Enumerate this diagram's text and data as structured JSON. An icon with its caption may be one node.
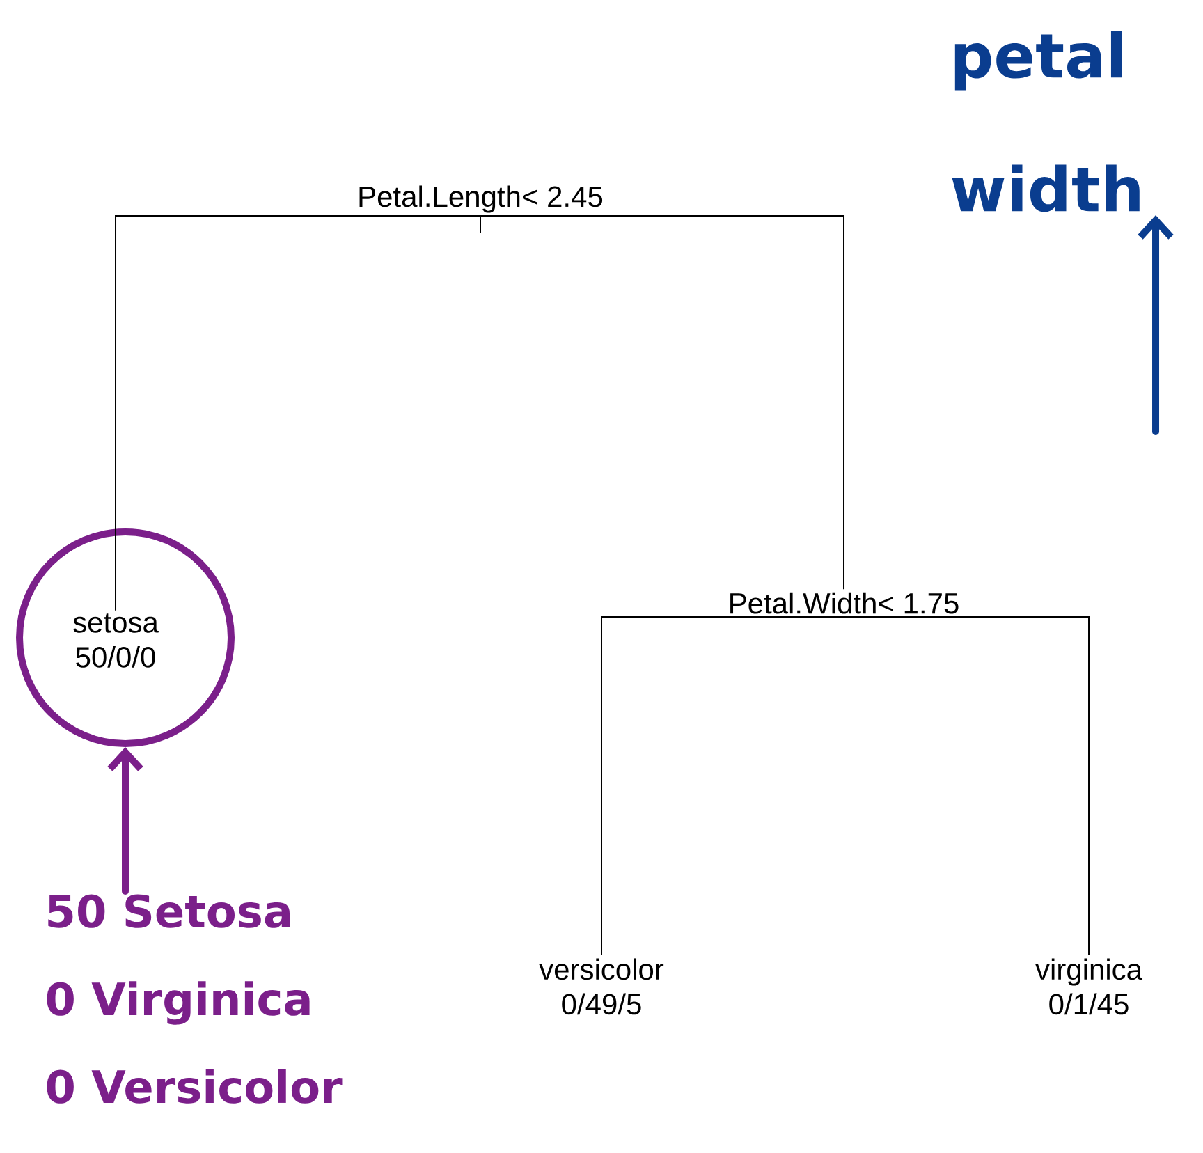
{
  "diagram": {
    "nodes": [
      {
        "text": [
          "Petal.Length< 2.45"
        ]
      },
      {
        "text": [],
        "shape": "circle"
      },
      {
        "text": [
          "setosa",
          "50/0/0"
        ],
        "in": 1
      },
      {
        "text": [
          "Petal.Width< 1.75"
        ]
      },
      {
        "text": [
          "versicolor",
          "0/49/5"
        ]
      },
      {
        "text": [
          "virginica",
          "0/1/45"
        ]
      },
      {
        "text": [
          "50 Setosa",
          "0 Virginica",
          "0 Versicolor"
        ]
      },
      {
        "text": [
          "petal width"
        ]
      }
    ],
    "edges": [
      {
        "from": 0,
        "to": 2,
        "arrow": "none"
      },
      {
        "from": 0,
        "to": 3,
        "arrow": "none"
      },
      {
        "from": 3,
        "to": 4,
        "arrow": "none"
      },
      {
        "from": 3,
        "to": 5,
        "arrow": "none"
      },
      {
        "from": 6,
        "to": 1,
        "arrow": "to",
        "style": "thick",
        "color": "#7b1f8a"
      },
      {
        "from": null,
        "to": 7,
        "arrow": "to",
        "style": "thick",
        "color": "#0a3d8f"
      }
    ]
  }
}
